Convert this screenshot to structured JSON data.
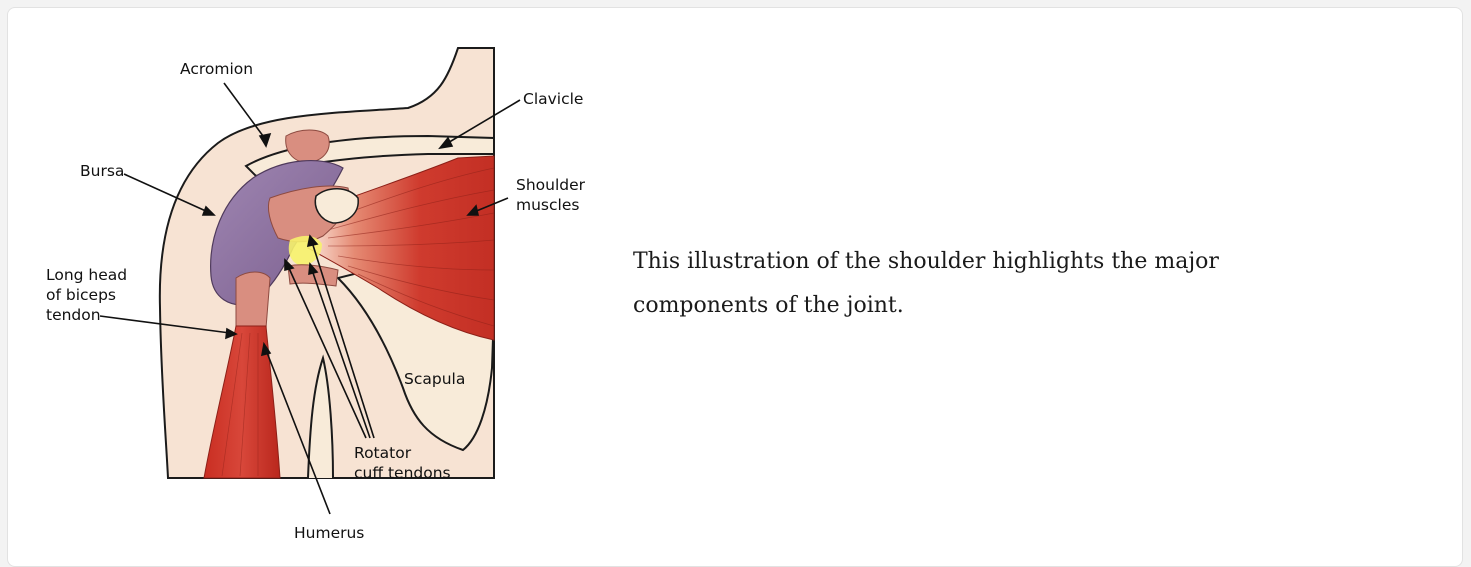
{
  "figure": {
    "labels": {
      "acromion": "Acromion",
      "clavicle": "Clavicle",
      "bursa": "Bursa",
      "shoulder_muscles_line1": "Shoulder",
      "shoulder_muscles_line2": "muscles",
      "biceps_line1": "Long head",
      "biceps_line2": "of biceps",
      "biceps_line3": "tendon",
      "scapula": "Scapula",
      "rotator_line1": "Rotator",
      "rotator_line2": "cuff tendons",
      "humerus": "Humerus"
    },
    "colors": {
      "skin": "#f7e3d3",
      "muscle": "#c8352a",
      "muscle_dark": "#a92a20",
      "tendon": "#d98e80",
      "bursa": "#8a6f9a",
      "bone": "#f8ebd9",
      "highlight": "#f6f26b"
    }
  },
  "caption": {
    "text": "This illustration of the shoulder highlights the major components of the joint."
  }
}
